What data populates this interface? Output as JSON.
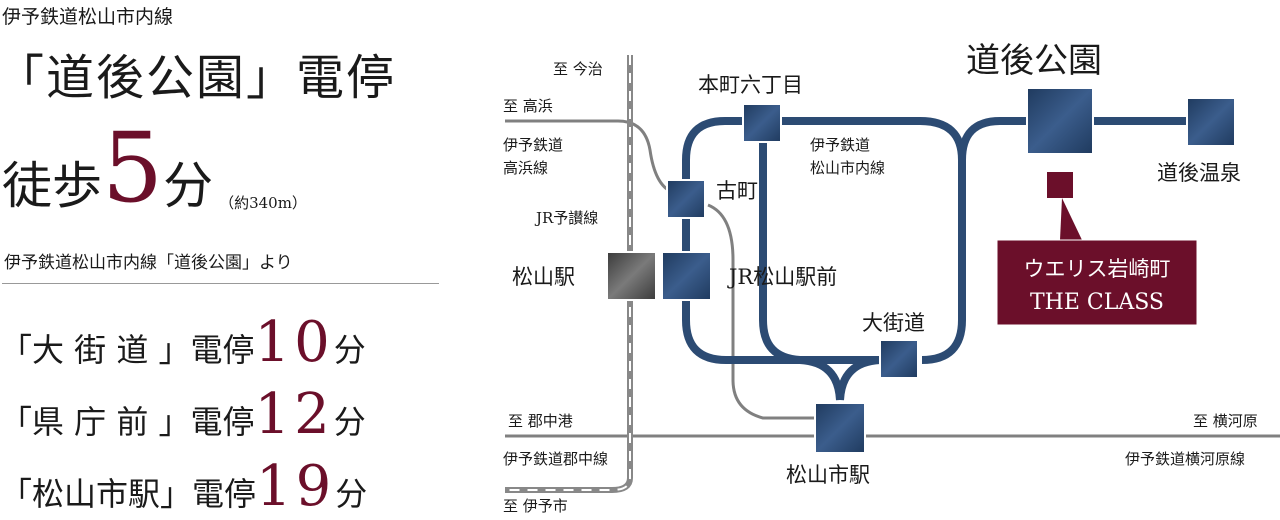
{
  "left": {
    "line_name": "伊予鉄道松山市内線",
    "station_heading": "「道後公園」電停",
    "walk_prefix": "徒歩",
    "walk_minutes": "5",
    "walk_unit": "分",
    "walk_distance": "（約340m）",
    "from_label": "伊予鉄道松山市内線「道後公園」より",
    "routes": [
      {
        "station": "「大 街 道 」電停",
        "minutes": "10",
        "unit": "分"
      },
      {
        "station": "「県 庁 前 」電停",
        "minutes": "12",
        "unit": "分"
      },
      {
        "station": "「松山市駅」電停",
        "minutes": "19",
        "unit": "分"
      }
    ]
  },
  "map": {
    "dir_imabari": "至 今治",
    "dir_takahama": "至 高浜",
    "takahama_line_1": "伊予鉄道",
    "takahama_line_2": "高浜線",
    "jr_line": "JR予讃線",
    "matsuyama_st": "松山駅",
    "dir_gunchu": "至 郡中港",
    "gunchu_line": "伊予鉄道郡中線",
    "dir_iyoshi": "至 伊予市",
    "honmachi": "本町六丁目",
    "furumachi": "古町",
    "jr_matsuyama_ekimae": "JR松山駅前",
    "city_line_1": "伊予鉄道",
    "city_line_2": "松山市内線",
    "okaido": "大街道",
    "matsuyamashi_st": "松山市駅",
    "dogo_koen": "道後公園",
    "dogo_onsen": "道後温泉",
    "property_1": "ウエリス岩崎町",
    "property_2": "THE CLASS",
    "dir_yokogawara": "至 横河原",
    "yokogawara_line": "伊予鉄道横河原線",
    "colors": {
      "tram": "#2c4b73",
      "maroon": "#6b0f2a",
      "rail": "#808080"
    }
  }
}
